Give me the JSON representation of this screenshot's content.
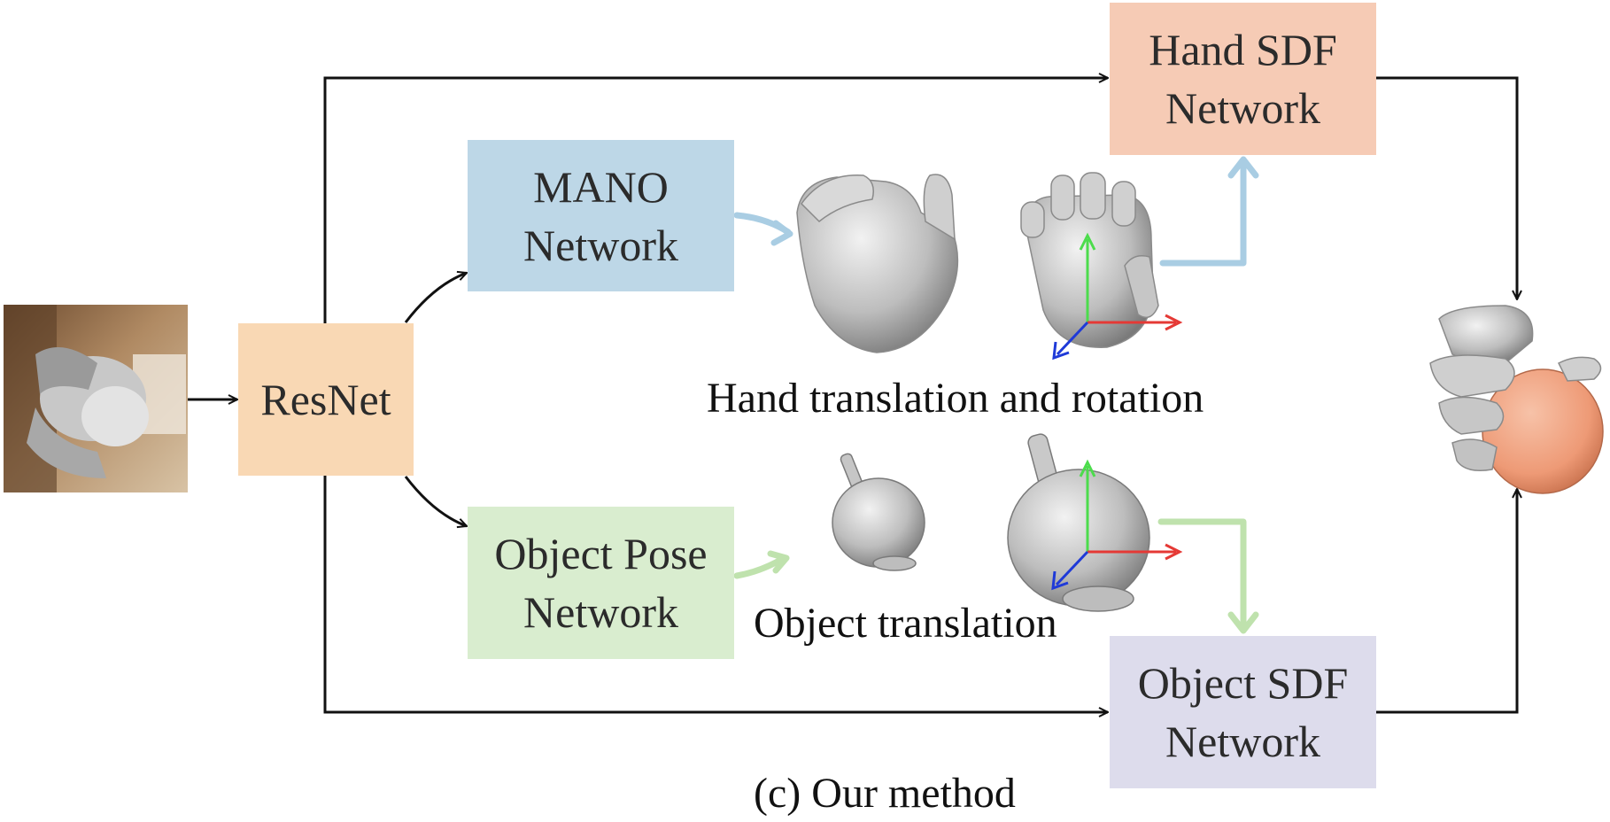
{
  "diagram": {
    "caption": "(c) Our method",
    "nodes": {
      "resnet": {
        "label": "ResNet",
        "color": "#f9d8b4"
      },
      "mano": {
        "line1": "MANO",
        "line2": "Network",
        "color": "#bdd7e7"
      },
      "object_pose": {
        "line1": "Object Pose",
        "line2": "Network",
        "color": "#d9edcf"
      },
      "hand_sdf": {
        "line1": "Hand SDF",
        "line2": "Network",
        "color": "#f6cbb5"
      },
      "object_sdf": {
        "line1": "Object SDF",
        "line2": "Network",
        "color": "#dddcec"
      }
    },
    "labels": {
      "hand_transform": "Hand translation and rotation",
      "object_transform": "Object translation"
    },
    "colors": {
      "arrow": "#111111",
      "hand_flow": "#a9cde3",
      "object_flow": "#bfe2ad",
      "axis_x": "#e53935",
      "axis_y": "#4cdc4c",
      "axis_z": "#1f3ad8",
      "mesh": "#bdbdbd",
      "object_output": "#ee9a76"
    }
  }
}
